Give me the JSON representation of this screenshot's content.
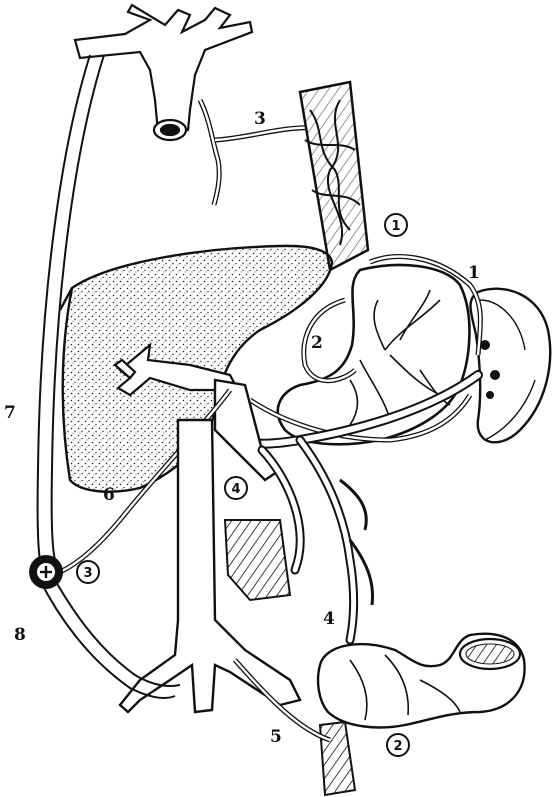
{
  "labels": {
    "n1": "1",
    "n2": "2",
    "n3": "3",
    "n4": "4",
    "n5": "5",
    "n6": "6",
    "n7": "7",
    "n8": "8",
    "c1": "1",
    "c2": "2",
    "c3": "3",
    "c4": "4"
  },
  "colors": {
    "ink": "#111111",
    "paper": "#ffffff",
    "stipple": "#222222"
  }
}
